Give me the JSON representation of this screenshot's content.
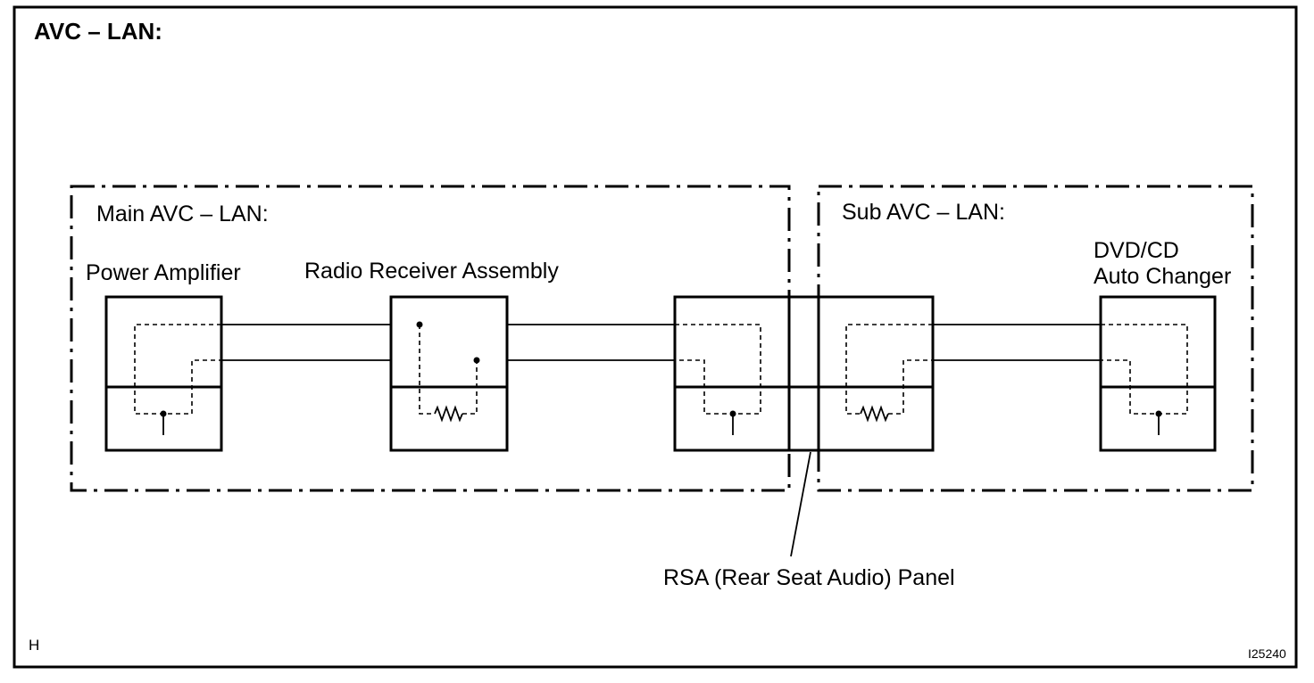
{
  "title": "AVC – LAN:",
  "sections": {
    "main": {
      "label": "Main AVC – LAN:"
    },
    "sub": {
      "label": "Sub AVC – LAN:"
    }
  },
  "components": {
    "power_amplifier": {
      "label": "Power Amplifier"
    },
    "radio_receiver": {
      "label": "Radio Receiver Assembly"
    },
    "dvd_changer": {
      "label_line1": "DVD/CD",
      "label_line2": "Auto Changer"
    },
    "rsa_panel": {
      "label": "RSA (Rear Seat Audio) Panel"
    }
  },
  "corner_marks": {
    "left": "H",
    "right": "I25240"
  }
}
